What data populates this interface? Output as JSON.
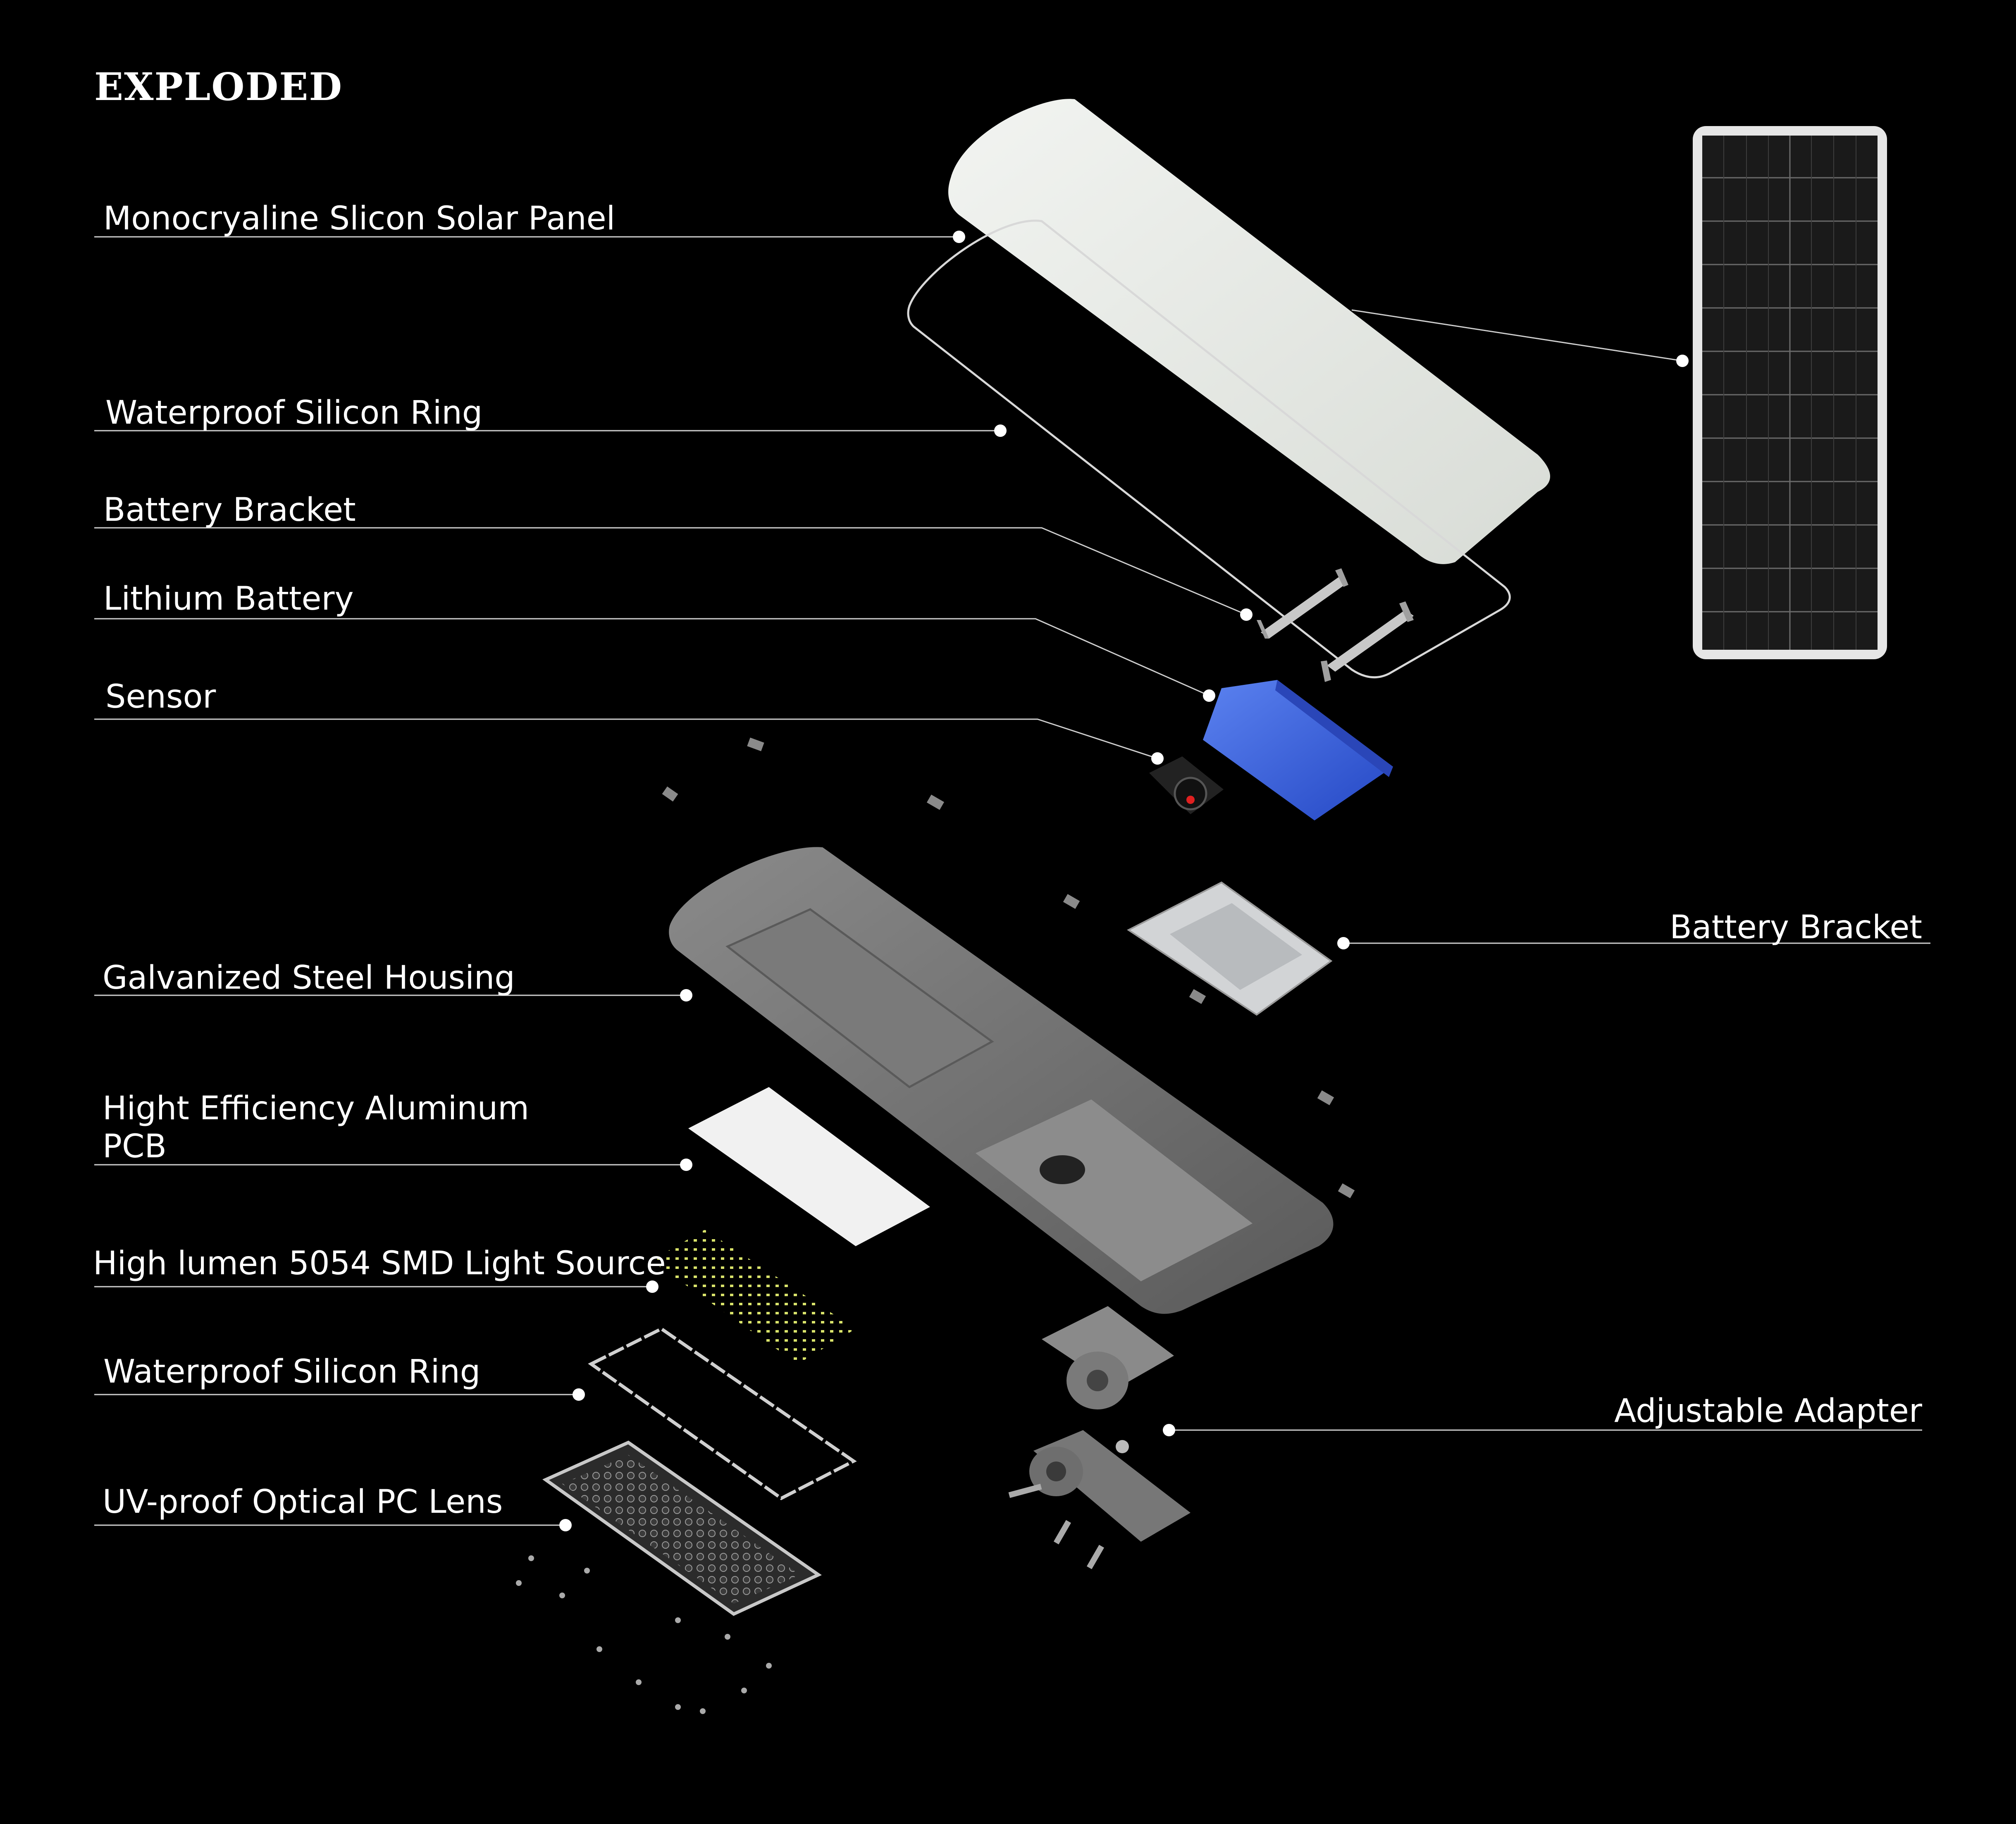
{
  "title": "EXPLODED",
  "labels": {
    "solar_panel": "Monocryaline Slicon Solar Panel",
    "silicon_ring_top": "Waterproof Silicon Ring",
    "battery_bracket_top": "Battery Bracket",
    "lithium_battery": "Lithium Battery",
    "sensor": "Sensor",
    "battery_bracket_right": "Battery Bracket",
    "housing": "Galvanized Steel Housing",
    "pcb_line1": "Hight Efficiency Aluminum",
    "pcb_line2": "PCB",
    "light_source": "High lumen 5054 SMD Light Source",
    "silicon_ring_bottom": "Waterproof  Silicon Ring",
    "lens": "UV-proof Optical PC Lens",
    "adapter": "Adjustable Adapter"
  },
  "colors": {
    "background": "#000000",
    "text": "#ffffff",
    "leader": "#cfcfcf",
    "battery": "#3a5fd8",
    "panel_face": "#e8ebe6",
    "housing": "#6e6e6e",
    "solar_cell": "#1a1a1a",
    "led": "#d9e36a"
  }
}
